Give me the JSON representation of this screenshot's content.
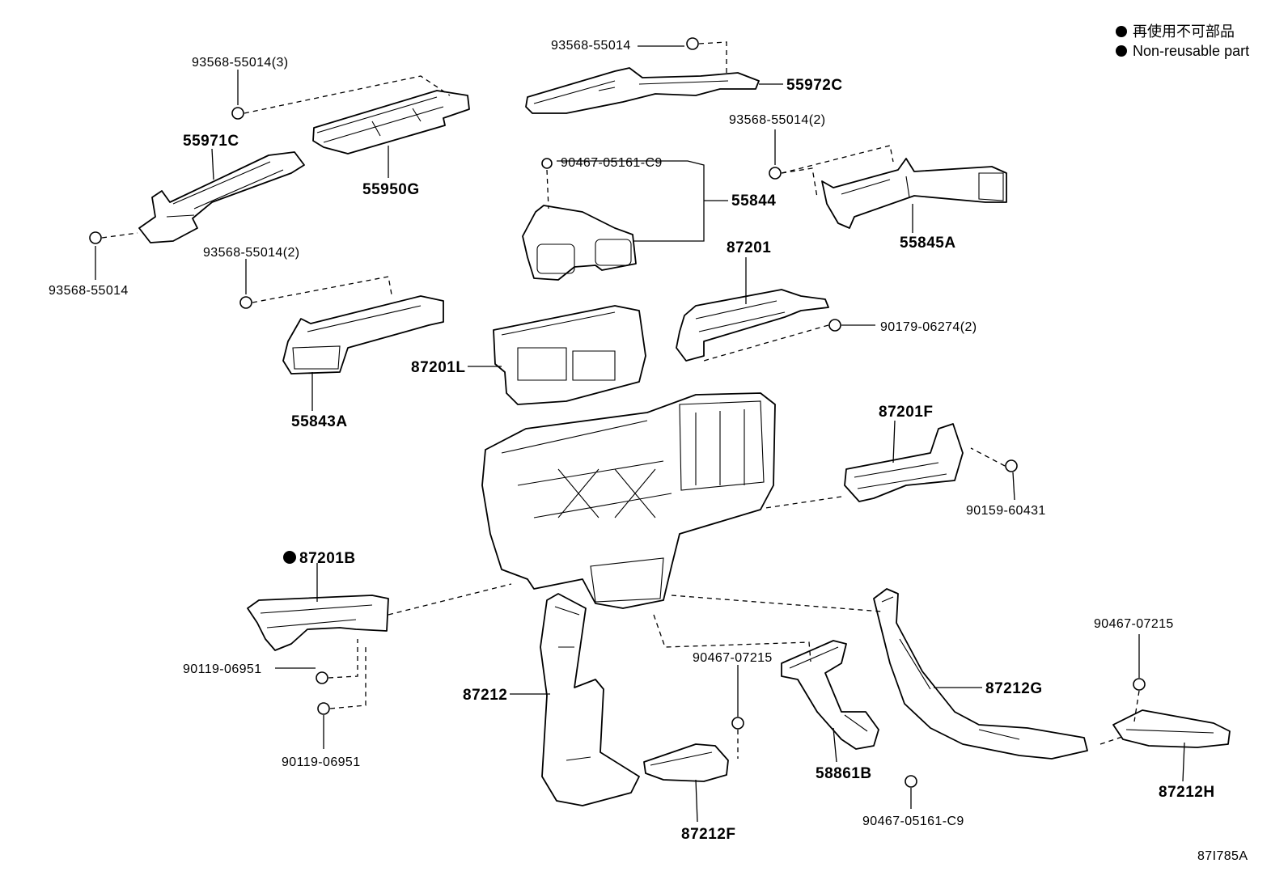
{
  "legend": {
    "zh": "再使用不可部品",
    "en": "Non-reusable part"
  },
  "diagram_code": "87I785A",
  "labels": {
    "p55971C": "55971C",
    "p55950G": "55950G",
    "p93568_3": "93568-55014(3)",
    "p93568_left": "93568-55014",
    "p93568_top": "93568-55014",
    "p55972C": "55972C",
    "p93568_2a": "93568-55014(2)",
    "p90467_c9_top": "90467-05161-C9",
    "p55844": "55844",
    "p55845A": "55845A",
    "p93568_2b": "93568-55014(2)",
    "p55843A": "55843A",
    "p87201": "87201",
    "p90179": "90179-06274(2)",
    "p87201L": "87201L",
    "p87201F": "87201F",
    "p90159": "90159-60431",
    "p87201B": "87201B",
    "p90119_a": "90119-06951",
    "p90119_b": "90119-06951",
    "p87212": "87212",
    "p87212F": "87212F",
    "p90467_07215_mid": "90467-07215",
    "p58861B": "58861B",
    "p90467_c9_bottom": "90467-05161-C9",
    "p87212G": "87212G",
    "p90467_07215_right": "90467-07215",
    "p87212H": "87212H"
  }
}
